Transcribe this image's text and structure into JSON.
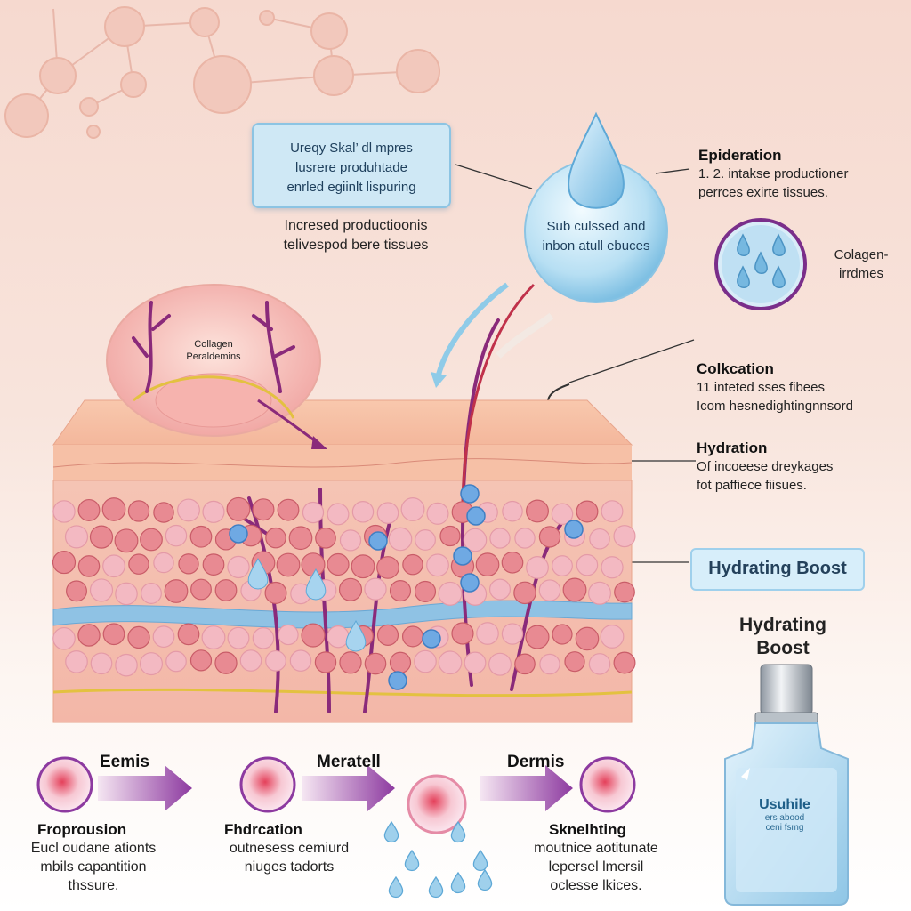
{
  "callout": {
    "line1": "Ureqy Skal’ dl mpres",
    "line2": "lusrere produhtade",
    "line3": "enrled egiinlt lispuring"
  },
  "callout_note": {
    "line1": "Incresed productioonis",
    "line2": "telivespod bere tissues"
  },
  "droplet_text": {
    "line1": "Sub culssed and",
    "line2": "inbon atull ebuces"
  },
  "collagen_inset": {
    "line1": "Collagen",
    "line2": "Peraldemins"
  },
  "right_labels": [
    {
      "heading": "Epideration",
      "line1": "1. 2. intakse productioner",
      "line2": "perrces exirte tissues."
    },
    {
      "heading": "Colagen-",
      "line1": "irrdmes",
      "line2": ""
    },
    {
      "heading": "Colkcation",
      "line1": "1⁡1 inteted sses fibees",
      "line2": "Icom hesnedightingnnsord"
    },
    {
      "heading": "Hydration",
      "line1": "Of incoeese dreykages",
      "line2": "fot paffiece fiisues."
    }
  ],
  "boost_tag": "Hydrating  Boost",
  "boost_title": {
    "line1": "Hydrating",
    "line2": "Boost"
  },
  "bottle": {
    "label": "Usuhile",
    "small1": "ers abood",
    "small2": "ceni fsmg"
  },
  "stages": [
    {
      "top": "Eemis",
      "title": "Froprousion",
      "desc1": "Eucl oudane ationts",
      "desc2": "mbils capantition",
      "desc3": "thssure."
    },
    {
      "top": "Meratell",
      "title": "Fhdrcation",
      "desc1": "outnesess cemiurd",
      "desc2": "niuges tadorts",
      "desc3": ""
    },
    {
      "top": "Dermis",
      "title": "Sknelhting",
      "desc1": "moutnice aotitunate",
      "desc2": "lepersel lmersil",
      "desc3": "oclesse lkices."
    }
  ],
  "colors": {
    "accent_blue": "#8cc4e3",
    "vein_purple": "#8a2a7a",
    "arrow_purple": "#8d3aa0",
    "cell_red": "#e88a92"
  }
}
